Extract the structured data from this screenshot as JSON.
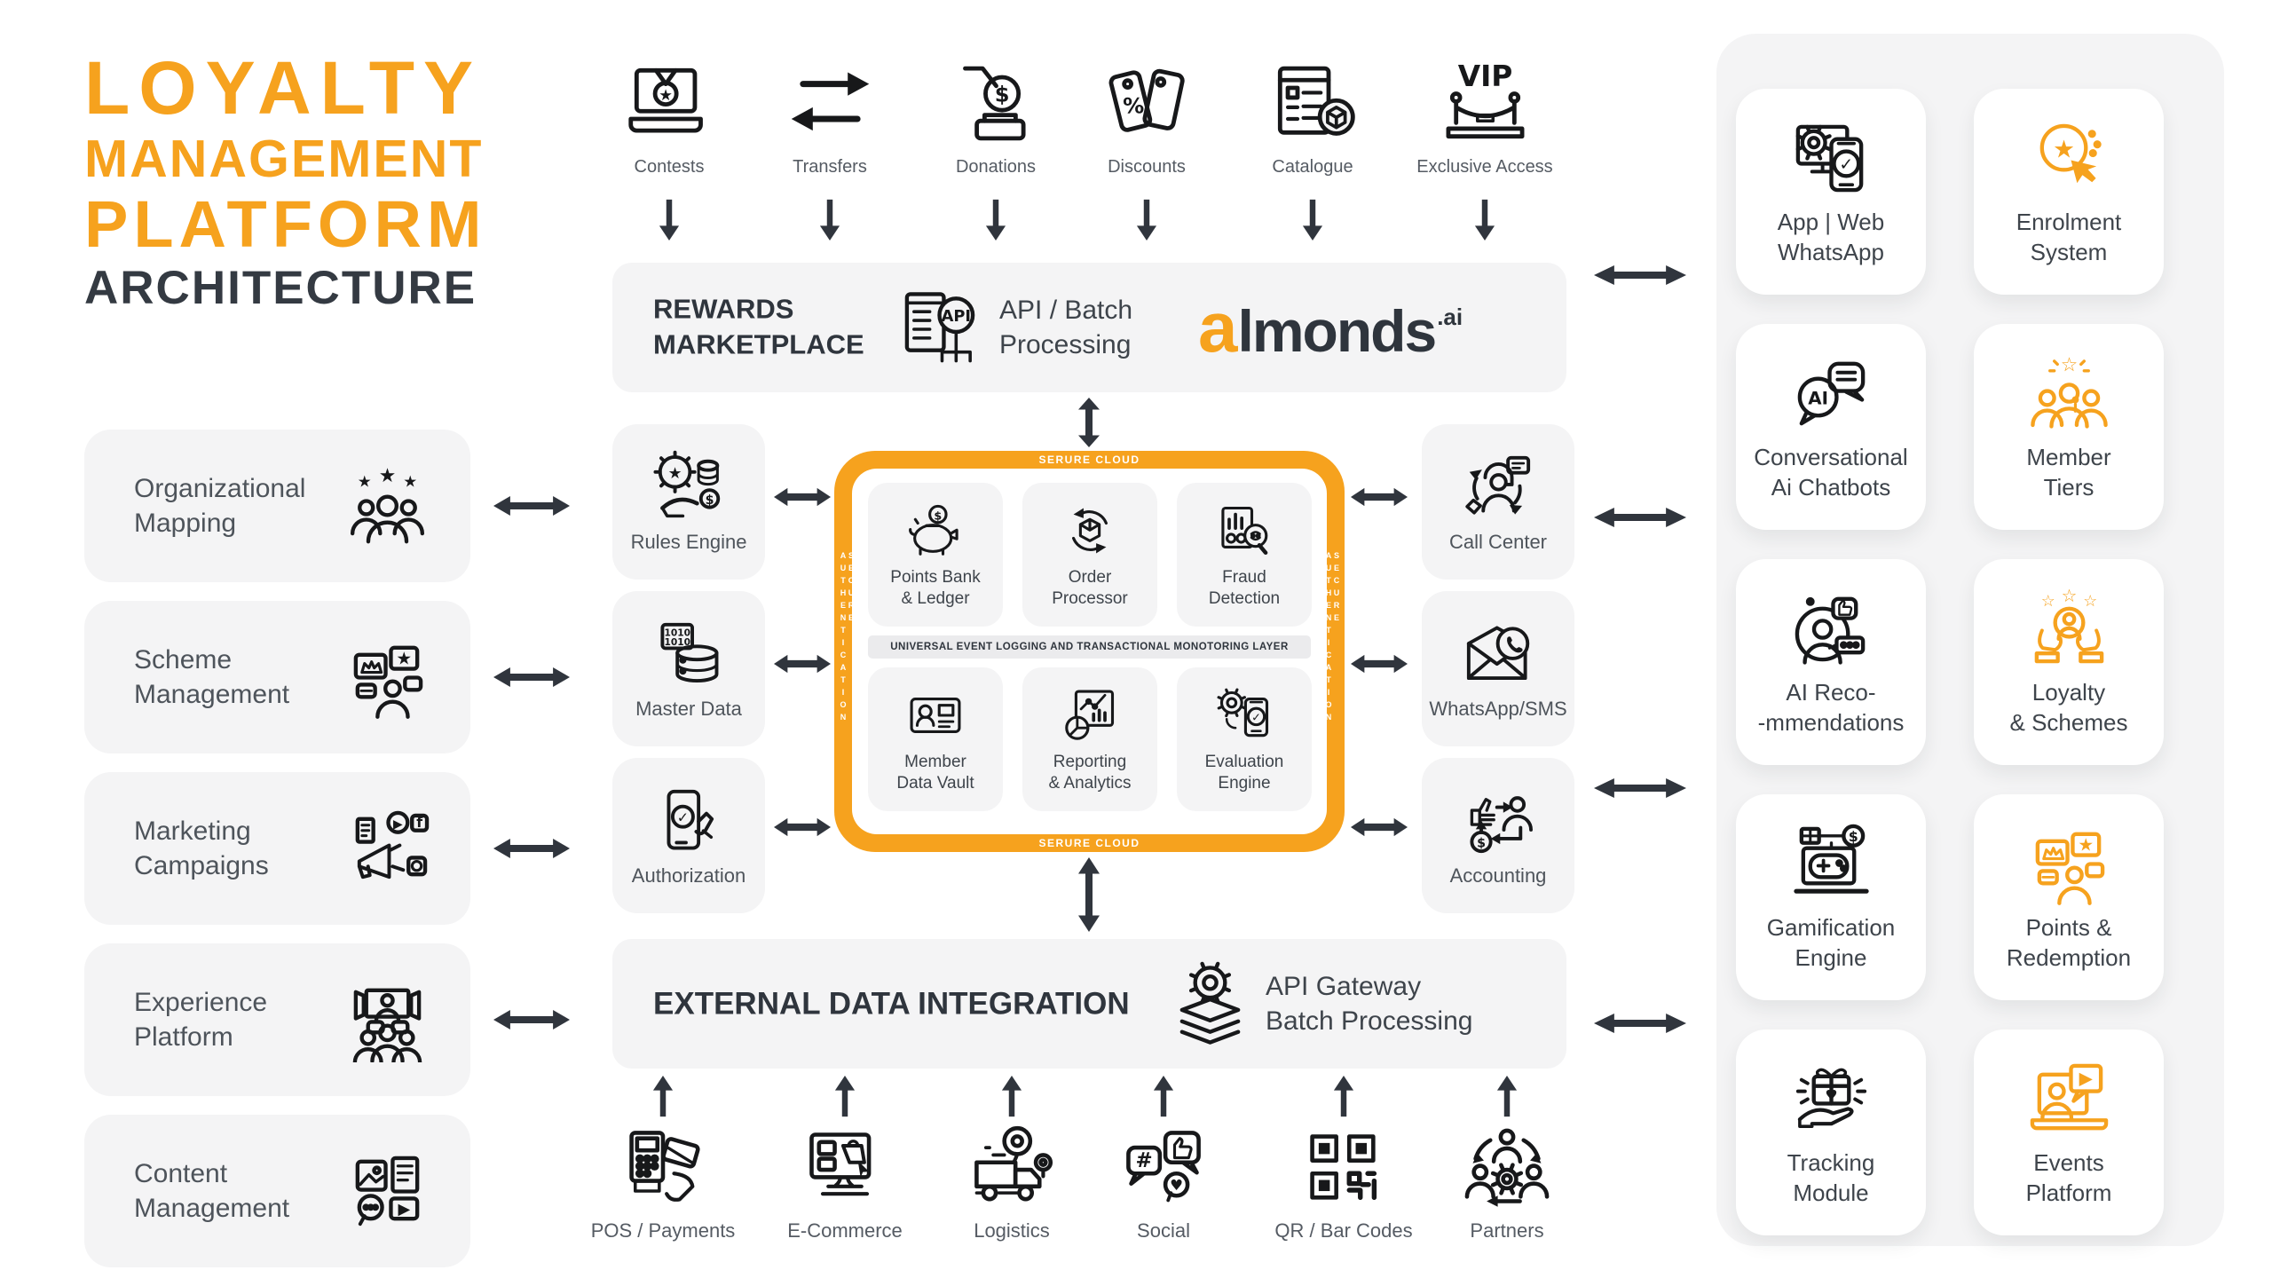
{
  "palette": {
    "orange": "#F6A21E",
    "dark": "#30353D",
    "tile_gray": "#F4F4F5",
    "text_gray": "#555B63"
  },
  "title": {
    "line1": "LOYALTY",
    "line2": "MANAGEMENT",
    "line3": "PLATFORM",
    "line4": "ARCHITECTURE"
  },
  "brand": {
    "first_letter": "a",
    "rest": "lmonds",
    "suffix": ".ai"
  },
  "rewards_marketplace": {
    "title": "REWARDS\nMARKETPLACE",
    "api_label": "API / Batch\nProcessing",
    "api_icon": "api-processor"
  },
  "external_integration": {
    "title": "EXTERNAL DATA INTEGRATION",
    "api_label": "API Gateway\nBatch Processing",
    "api_icon": "gateway-layers"
  },
  "core": {
    "cloud_banner_top": "SERURE CLOUD",
    "cloud_banner_bottom": "SERURE CLOUD",
    "side_banner_left": "SECURE AUTHENTICATION",
    "side_banner_right": "SECURE AUTHENTICATION",
    "middle_band": "UNIVERSAL EVENT LOGGING AND TRANSACTIONAL MONOTORING LAYER",
    "modules": [
      {
        "label": "Points Bank\n& Ledger",
        "icon": "piggy-bank"
      },
      {
        "label": "Order\nProcessor",
        "icon": "order-cycle"
      },
      {
        "label": "Fraud\nDetection",
        "icon": "fraud-scan"
      },
      {
        "label": "Member\nData Vault",
        "icon": "member-card"
      },
      {
        "label": "Reporting\n& Analytics",
        "icon": "report-analytics"
      },
      {
        "label": "Evaluation\nEngine",
        "icon": "evaluation-engine"
      }
    ]
  },
  "top_channels": [
    {
      "label": "Contests",
      "icon": "laptop-medal"
    },
    {
      "label": "Transfers",
      "icon": "transfer-arrows"
    },
    {
      "label": "Donations",
      "icon": "hand-coin"
    },
    {
      "label": "Discounts",
      "icon": "discount-tags"
    },
    {
      "label": "Catalogue",
      "icon": "catalogue-list"
    },
    {
      "label": "Exclusive Access",
      "icon": "vip-access"
    }
  ],
  "left_modules": [
    {
      "label": "Organizational\nMapping",
      "icon": "org-people"
    },
    {
      "label": "Scheme\nManagement",
      "icon": "scheme-screens"
    },
    {
      "label": "Marketing\nCampaigns",
      "icon": "campaign-megaphone"
    },
    {
      "label": "Experience\nPlatform",
      "icon": "experience-screens"
    },
    {
      "label": "Content\nManagement",
      "icon": "content-media"
    }
  ],
  "gateway_services_left": [
    {
      "label": "Rules Engine",
      "icon": "rules-gear"
    },
    {
      "label": "Master Data",
      "icon": "master-database"
    },
    {
      "label": "Authorization",
      "icon": "authorization-phone"
    }
  ],
  "gateway_services_right": [
    {
      "label": "Call Center",
      "icon": "call-center"
    },
    {
      "label": "WhatsApp/SMS",
      "icon": "whatsapp-mail"
    },
    {
      "label": "Accounting",
      "icon": "accounting-flow"
    }
  ],
  "bottom_channels": [
    {
      "label": "POS / Payments",
      "icon": "pos-terminal"
    },
    {
      "label": "E-Commerce",
      "icon": "ecommerce-monitor"
    },
    {
      "label": "Logistics",
      "icon": "logistics-truck"
    },
    {
      "label": "Social",
      "icon": "social-bubbles"
    },
    {
      "label": "QR / Bar Codes",
      "icon": "qr-codes"
    },
    {
      "label": "Partners",
      "icon": "partners-network"
    }
  ],
  "right_panel": {
    "items": [
      {
        "label": "App | Web\nWhatsApp",
        "icon": "app-web-whatsapp",
        "tone": "dark"
      },
      {
        "label": "Enrolment\nSystem",
        "icon": "enrolment-touch",
        "tone": "orange"
      },
      {
        "label": "Conversational\nAi Chatbots",
        "icon": "ai-chatbots",
        "tone": "dark"
      },
      {
        "label": "Member\nTiers",
        "icon": "member-tiers",
        "tone": "orange"
      },
      {
        "label": "AI Reco-\n-mmendations",
        "icon": "ai-recommendations",
        "tone": "dark"
      },
      {
        "label": "Loyalty\n& Schemes",
        "icon": "loyalty-hands",
        "tone": "orange"
      },
      {
        "label": "Gamification\nEngine",
        "icon": "gamification",
        "tone": "dark"
      },
      {
        "label": "Points &\nRedemption",
        "icon": "points-redemption",
        "tone": "orange"
      },
      {
        "label": "Tracking\nModule",
        "icon": "tracking-gift",
        "tone": "dark"
      },
      {
        "label": "Events\nPlatform",
        "icon": "events-laptop",
        "tone": "orange"
      }
    ]
  }
}
